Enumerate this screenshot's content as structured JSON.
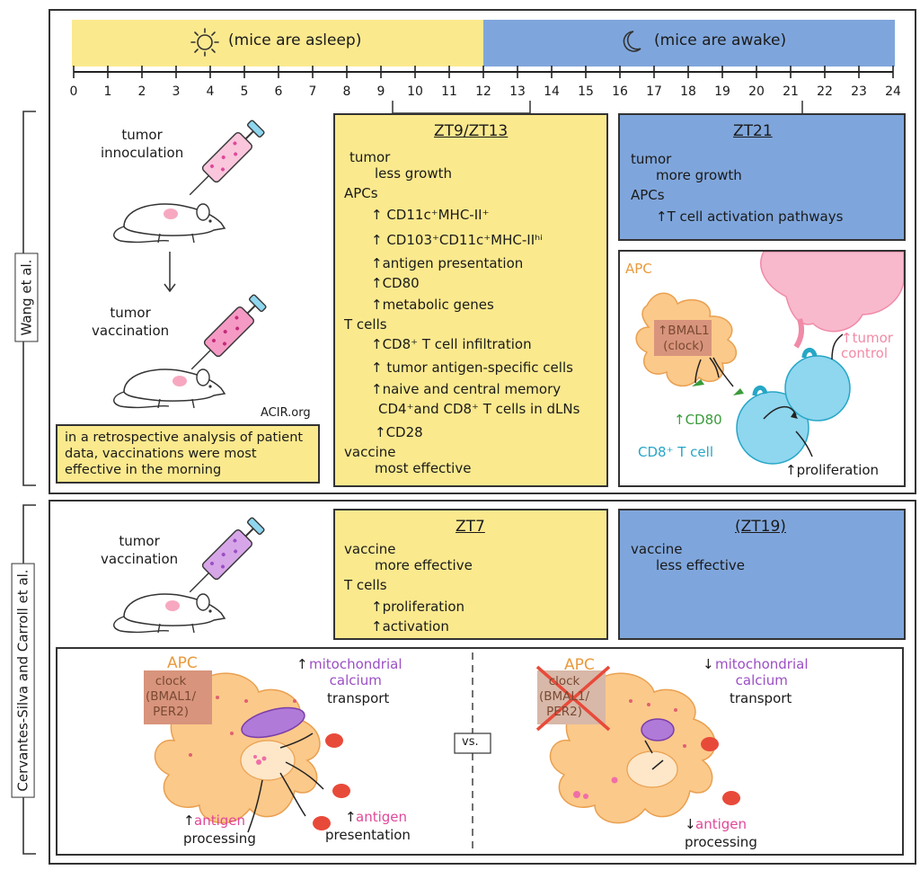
{
  "timeline": {
    "asleep_label": "(mice are asleep)",
    "awake_label": "(mice are  awake)",
    "ticks": [
      "0",
      "1",
      "2",
      "3",
      "4",
      "5",
      "6",
      "7",
      "8",
      "9",
      "10",
      "11",
      "12",
      "13",
      "14",
      "15",
      "16",
      "17",
      "18",
      "19",
      "20",
      "21",
      "22",
      "23",
      "24"
    ]
  },
  "wang": {
    "side_label": "Wang et al.",
    "inoculation": "tumor\ninnoculation",
    "vaccination": "tumor\nvaccination",
    "acir": "ACIR.org",
    "note": "in a retrospective analysis of patient data, vaccinations were most effective in the morning",
    "zt9": {
      "title": "ZT9/ZT13",
      "lines": [
        "tumor",
        "less growth",
        "APCs",
        "↑ CD11c⁺MHC-II⁺",
        "↑ CD103⁺CD11c⁺MHC-IIʰⁱ",
        "↑antigen  presentation",
        "↑CD80",
        "↑metabolic genes",
        "T cells",
        "↑CD8⁺ T cell  infiltration",
        "↑ tumor antigen-specific cells",
        "↑naive  and central memory",
        "CD4⁺and CD8⁺ T cells in dLNs",
        "↑CD28",
        "vaccine",
        "most effective"
      ]
    },
    "zt21": {
      "title": "ZT21",
      "lines": [
        "tumor",
        "more growth",
        "APCs",
        "↑T cell activation pathways"
      ]
    },
    "diagram": {
      "apc": "APC",
      "bmal1": "↑BMAL1\n(clock)",
      "tumor_control": "↑tumor\ncontrol",
      "cd80": "↑CD80",
      "cd8": "CD8⁺ T cell",
      "proliferation": "↑proliferation"
    }
  },
  "cervantes": {
    "side_label": "Cervantes-Silva and Carroll et al.",
    "vaccination": "tumor\nvaccination",
    "zt7": {
      "title": "ZT7",
      "lines": [
        "vaccine",
        "more effective",
        "T cells",
        "↑proliferation",
        "↑activation"
      ]
    },
    "zt19": {
      "title": "(ZT19)",
      "lines": [
        "vaccine",
        "less effective"
      ]
    },
    "left": {
      "apc": "APC",
      "clock": "clock\n(BMAL1/\nPER2)",
      "mito_arrow": "↑",
      "mito": "mitochondrial\ncalcium",
      "transport": "transport",
      "antigen_proc_arrow": "↑",
      "antigen1": "antigen",
      "processing": "processing",
      "antigen_pres_arrow": "↑",
      "antigen2": "antigen",
      "presentation": "presentation"
    },
    "vs": "vs.",
    "right": {
      "apc": "APC",
      "clock": "clock\n(BMAL1/\nPER2)",
      "mito_arrow": "↓",
      "mito": "mitochondrial\ncalcium",
      "transport": "transport",
      "antigen_arrow": "↓",
      "antigen": "antigen",
      "processing": "processing"
    }
  },
  "colors": {
    "yellow": "#fbe98e",
    "blue": "#7fa6dc",
    "apc": "#fbc98a",
    "tcell": "#8fd6ef",
    "tumor": "#f8b9cc"
  }
}
